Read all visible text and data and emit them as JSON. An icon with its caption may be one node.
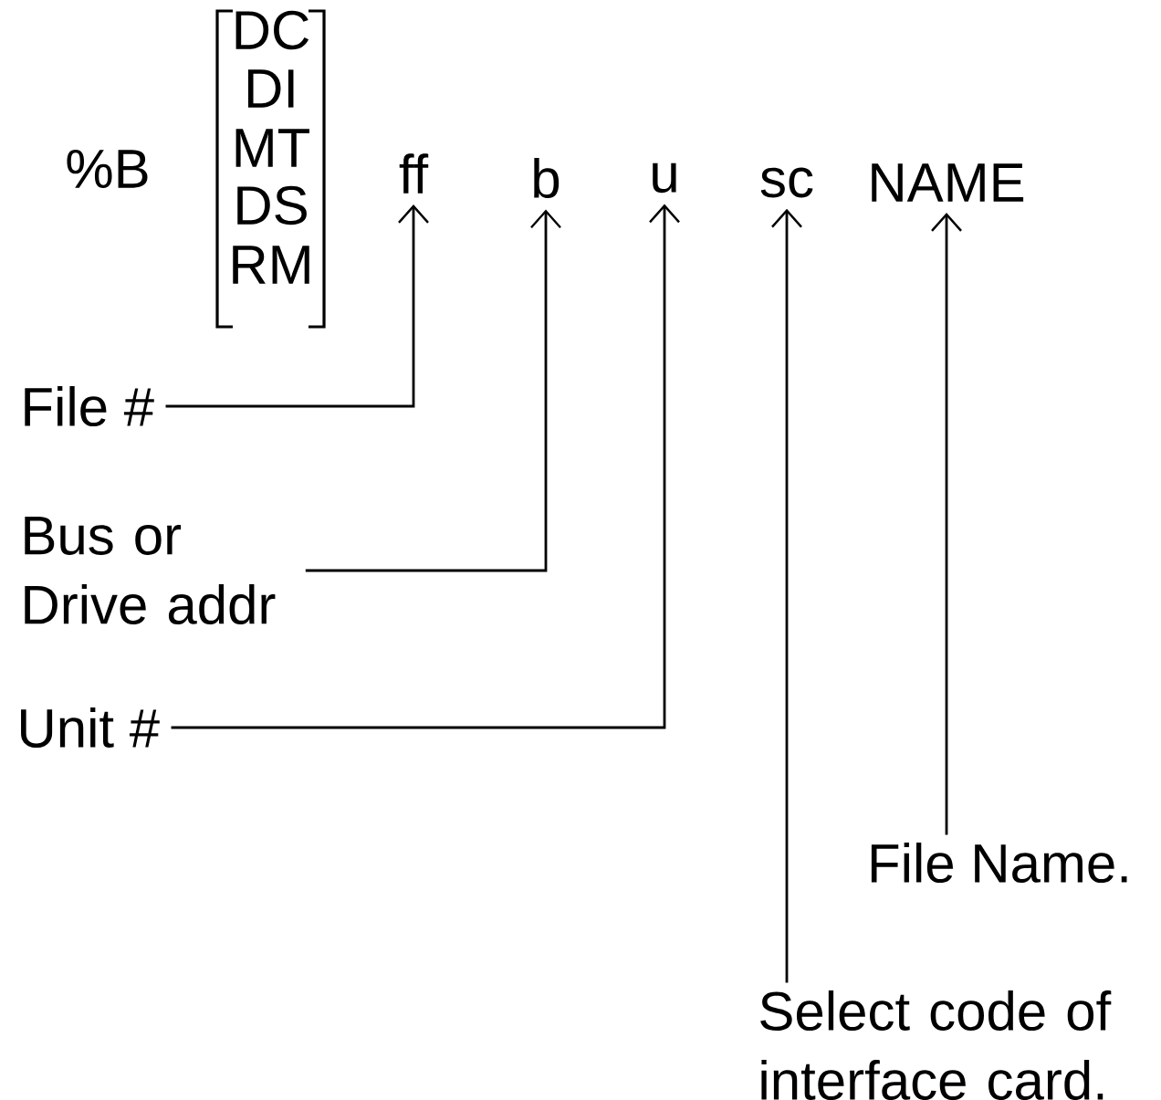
{
  "diagram": {
    "nodes": [
      {
        "text": [
          "ff"
        ]
      },
      {
        "text": [
          "b"
        ]
      },
      {
        "text": [
          "u"
        ]
      },
      {
        "text": [
          "sc"
        ]
      },
      {
        "text": [
          "NAME"
        ]
      },
      {
        "text": [
          "File #"
        ]
      },
      {
        "text": [
          "Bus or Drive addr"
        ]
      },
      {
        "text": [
          "Unit #"
        ]
      },
      {
        "text": [
          "File Name."
        ]
      },
      {
        "text": [
          "Select code of interface card."
        ]
      }
    ],
    "edges": [
      {
        "from": 5,
        "to": 0,
        "arrow": "to"
      },
      {
        "from": 6,
        "to": 1,
        "arrow": "to"
      },
      {
        "from": 7,
        "to": 2,
        "arrow": "to"
      },
      {
        "from": 9,
        "to": 3,
        "arrow": "to"
      },
      {
        "from": 8,
        "to": 4,
        "arrow": "to"
      }
    ],
    "labels": [
      "%B",
      "DC",
      "DI",
      "MT",
      "DS",
      "RM"
    ]
  }
}
